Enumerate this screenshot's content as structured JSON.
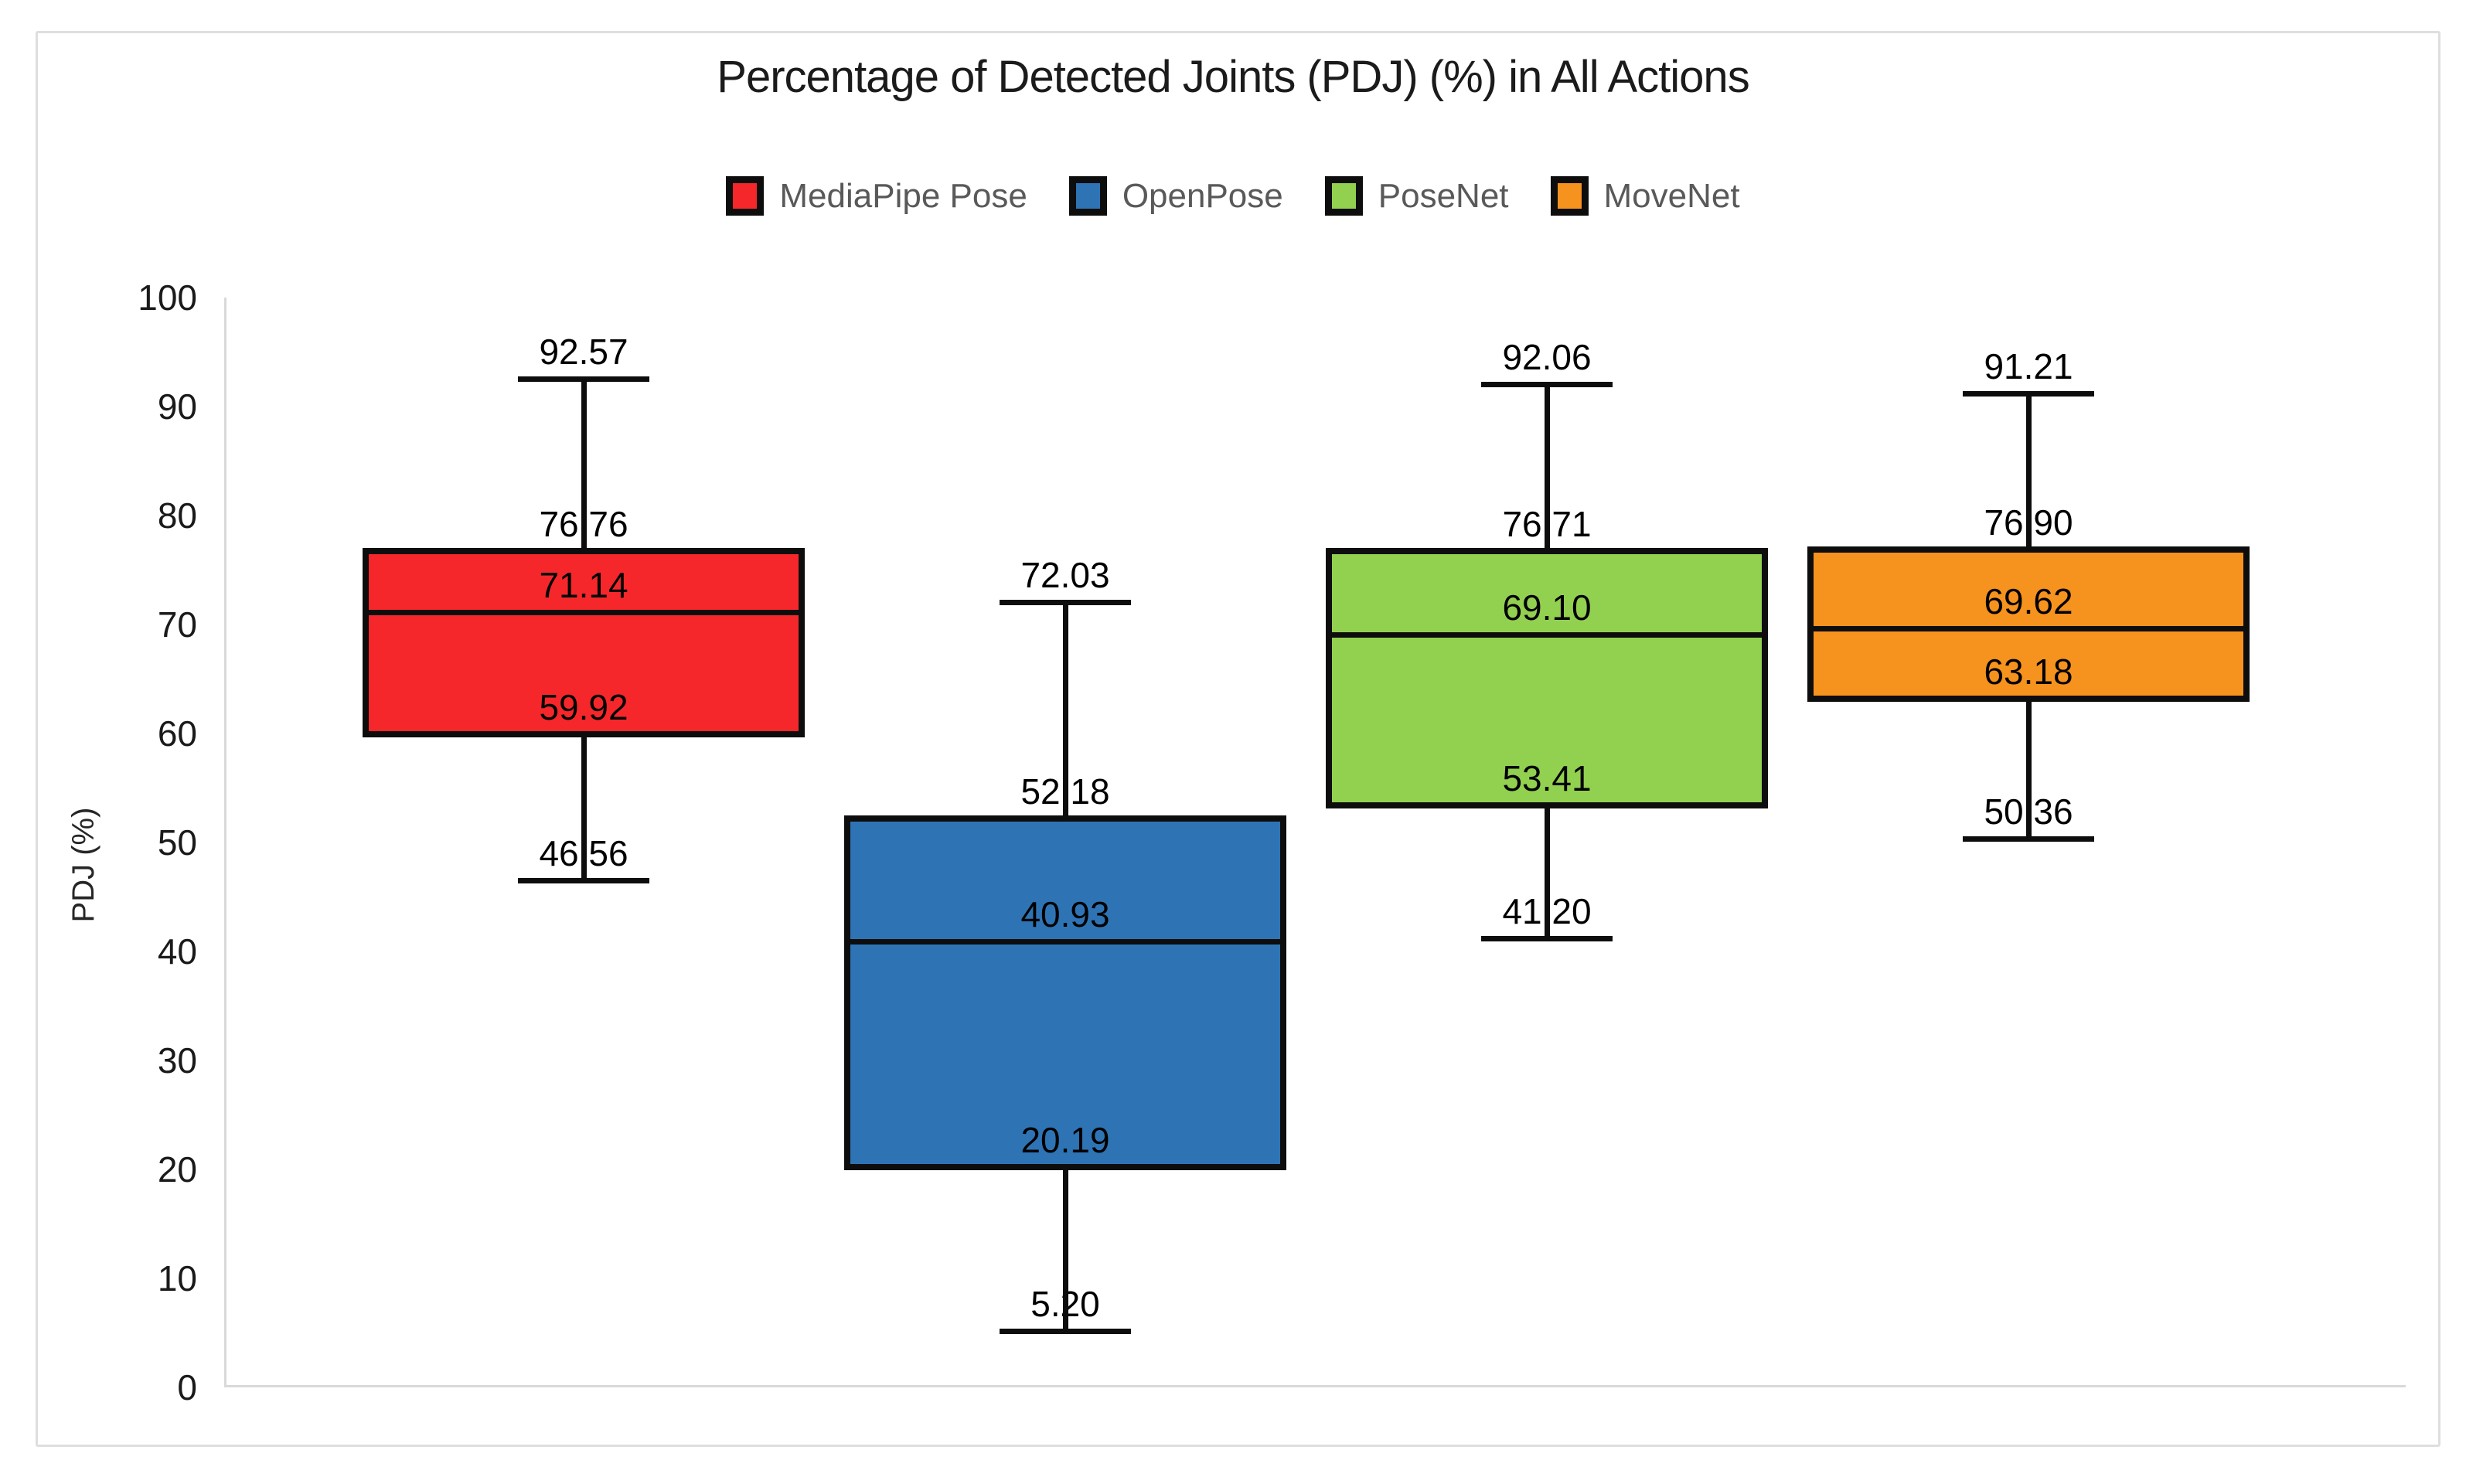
{
  "title": "Percentage of Detected Joints (PDJ) (%) in All Actions",
  "y_axis": {
    "label": "PDJ (%)",
    "min": 0,
    "max": 100,
    "step": 10,
    "tick_labels": [
      "0",
      "10",
      "20",
      "30",
      "40",
      "50",
      "60",
      "70",
      "80",
      "90",
      "100"
    ]
  },
  "legend": {
    "position": "top",
    "items": [
      {
        "label": "MediaPipe Pose",
        "color": "#f5272b"
      },
      {
        "label": "OpenPose",
        "color": "#2e74b5"
      },
      {
        "label": "PoseNet",
        "color": "#92d050"
      },
      {
        "label": "MoveNet",
        "color": "#f6921e"
      }
    ]
  },
  "chart_data": {
    "type": "box",
    "title": "Percentage of Detected Joints (PDJ) (%) in All Actions",
    "xlabel": "",
    "ylabel": "PDJ (%)",
    "ylim": [
      0,
      100
    ],
    "grid": false,
    "legend_position": "top",
    "series": [
      {
        "name": "MediaPipe Pose",
        "slug": "mediapipe-pose",
        "color": "#f5272b",
        "min": 46.56,
        "q1": 59.92,
        "median": 71.14,
        "q3": 76.76,
        "max": 92.57,
        "value_labels": {
          "min": "46.56",
          "q1": "59.92",
          "median": "71.14",
          "q3": "76.76",
          "max": "92.57"
        }
      },
      {
        "name": "OpenPose",
        "slug": "openpose",
        "color": "#2e74b5",
        "min": 5.2,
        "q1": 20.19,
        "median": 40.93,
        "q3": 52.18,
        "max": 72.03,
        "value_labels": {
          "min": "5.20",
          "q1": "20.19",
          "median": "40.93",
          "q3": "52.18",
          "max": "72.03"
        }
      },
      {
        "name": "PoseNet",
        "slug": "posenet",
        "color": "#92d050",
        "min": 41.2,
        "q1": 53.41,
        "median": 69.1,
        "q3": 76.71,
        "max": 92.06,
        "value_labels": {
          "min": "41.20",
          "q1": "53.41",
          "median": "69.10",
          "q3": "76.71",
          "max": "92.06"
        }
      },
      {
        "name": "MoveNet",
        "slug": "movenet",
        "color": "#f6921e",
        "min": 50.36,
        "q1": 63.18,
        "median": 69.62,
        "q3": 76.9,
        "max": 91.21,
        "value_labels": {
          "min": "50.36",
          "q1": "63.18",
          "median": "69.62",
          "q3": "76.90",
          "max": "91.21"
        }
      }
    ]
  }
}
